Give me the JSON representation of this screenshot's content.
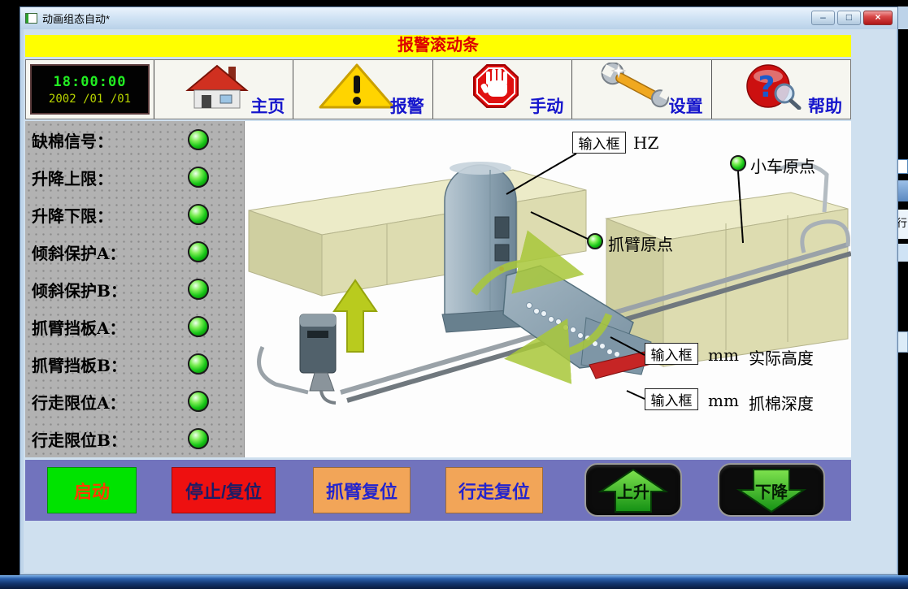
{
  "window": {
    "title": "动画组态自动*",
    "minimize_glyph": "–",
    "maximize_glyph": "□",
    "close_glyph": "×"
  },
  "banner": {
    "text": "报警滚动条"
  },
  "clock": {
    "time": "18:00:00",
    "date": "2002 /01 /01"
  },
  "toolbar": {
    "items": [
      {
        "label": "主页",
        "icon": "home-icon"
      },
      {
        "label": "报警",
        "icon": "alarm-icon"
      },
      {
        "label": "手动",
        "icon": "hand-stop-icon"
      },
      {
        "label": "设置",
        "icon": "wrench-icon"
      },
      {
        "label": "帮助",
        "icon": "help-icon"
      }
    ],
    "help_glyph": "?"
  },
  "status_panel": {
    "items": [
      {
        "label": "缺棉信号：",
        "state": "on"
      },
      {
        "label": "升降上限：",
        "state": "on"
      },
      {
        "label": "升降下限：",
        "state": "on"
      },
      {
        "label": "倾斜保护A：",
        "state": "on"
      },
      {
        "label": "倾斜保护B：",
        "state": "on"
      },
      {
        "label": "抓臂挡板A：",
        "state": "on"
      },
      {
        "label": "抓臂挡板B：",
        "state": "on"
      },
      {
        "label": "行走限位A：",
        "state": "on"
      },
      {
        "label": "行走限位B：",
        "state": "on"
      }
    ]
  },
  "diagram": {
    "freq_box": "输入框",
    "freq_unit": "HZ",
    "cart_origin": "小车原点",
    "arm_origin": "抓臂原点",
    "height_box": "输入框",
    "height_unit": "mm",
    "height_caption": "实际高度",
    "depth_box": "输入框",
    "depth_unit": "mm",
    "depth_caption": "抓棉深度"
  },
  "controls": {
    "start": "启动",
    "stop_reset": "停止/复位",
    "arm_reset": "抓臂复位",
    "travel_reset": "行走复位",
    "up": "上升",
    "down": "下降"
  },
  "edge": {
    "fragment_text": "行"
  },
  "colors": {
    "banner_bg": "#ffff00",
    "banner_text": "#dd0000",
    "led_on": "#17c517",
    "controls_bar_bg": "#7173bd",
    "start_bg": "#00e300",
    "stop_bg": "#ee1010",
    "reset_bg": "#f2a558"
  }
}
